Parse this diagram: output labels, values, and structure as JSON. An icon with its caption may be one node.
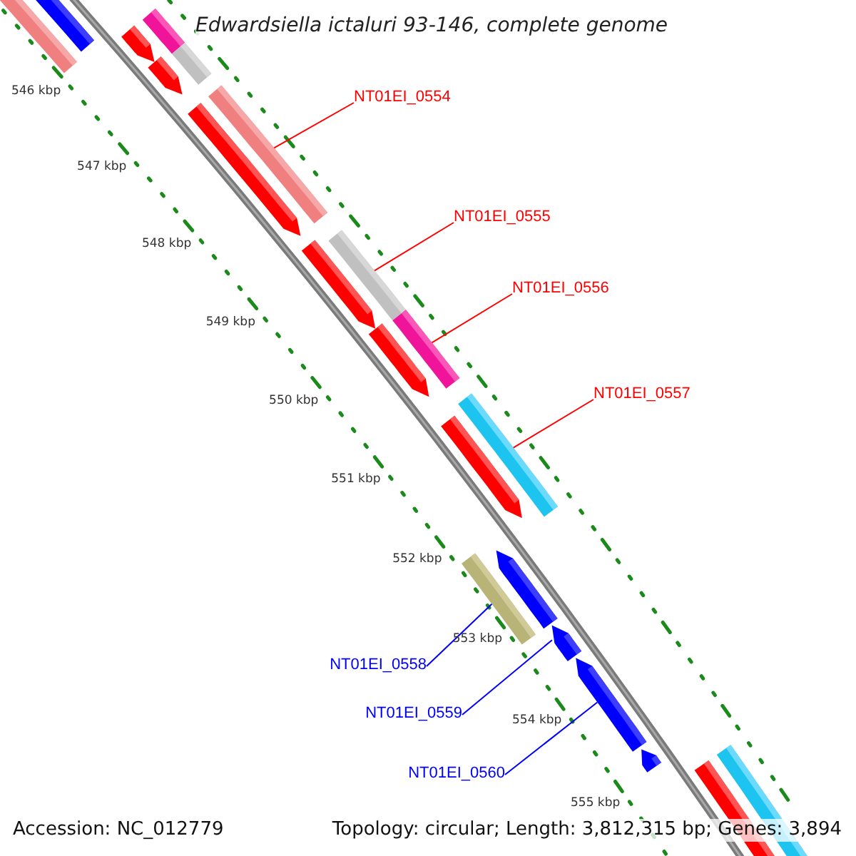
{
  "diagram": {
    "title": "Edwardsiella ictaluri 93-146, complete genome",
    "nodes": [
      {
        "text": [
          "NT01EI_0554"
        ]
      },
      {
        "text": [
          "NT01EI_0555"
        ]
      },
      {
        "text": [
          "NT01EI_0556"
        ]
      },
      {
        "text": [
          "NT01EI_0557"
        ]
      },
      {
        "text": [
          "NT01EI_0558"
        ]
      },
      {
        "text": [
          "NT01EI_0559"
        ]
      },
      {
        "text": [
          "NT01EI_0560"
        ]
      },
      {
        "text": [],
        "shape": "bar"
      },
      {
        "text": [],
        "shape": "bar"
      },
      {
        "text": [],
        "shape": "bar"
      },
      {
        "text": [],
        "shape": "bar"
      },
      {
        "text": [],
        "shape": "bar"
      },
      {
        "text": [],
        "shape": "bar"
      },
      {
        "text": [],
        "shape": "bar"
      }
    ],
    "edges": [
      {
        "from": 0,
        "to": 7,
        "arrow": "none"
      },
      {
        "from": 1,
        "to": 8,
        "arrow": "none"
      },
      {
        "from": 2,
        "to": 9,
        "arrow": "none"
      },
      {
        "from": 3,
        "to": 10,
        "arrow": "none"
      },
      {
        "from": 4,
        "to": 11,
        "arrow": "none",
        "color": "#0000ff"
      },
      {
        "from": 5,
        "to": 12,
        "arrow": "none",
        "color": "#0000ff"
      },
      {
        "from": 6,
        "to": 13,
        "arrow": "none",
        "color": "#0000ff"
      }
    ],
    "labels": [
      "546 kbp",
      "547 kbp",
      "548 kbp",
      "549 kbp",
      "550 kbp",
      "551 kbp",
      "552 kbp",
      "553 kbp",
      "554 kbp",
      "555 kbp",
      "Accession: NC_012779",
      "Topology: circular; Length: 3,812,315 bp; Genes: 3,894"
    ]
  }
}
